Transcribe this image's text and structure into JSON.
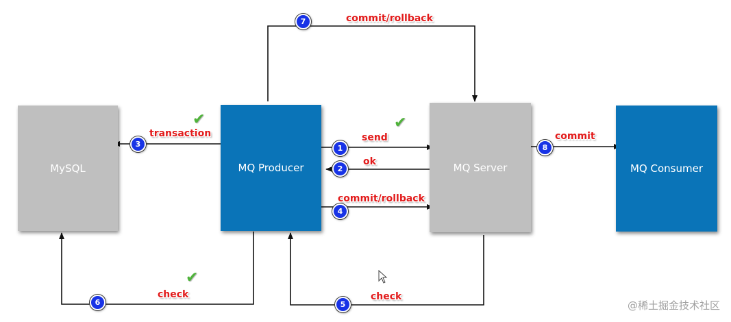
{
  "nodes": {
    "mysql": "MySQL",
    "producer": "MQ Producer",
    "server": "MQ Server",
    "consumer": "MQ Consumer"
  },
  "edges": {
    "e1": {
      "step": "1",
      "label": "send"
    },
    "e2": {
      "step": "2",
      "label": "ok"
    },
    "e3": {
      "step": "3",
      "label": "transaction"
    },
    "e4": {
      "step": "4",
      "label": "commit/rollback"
    },
    "e5": {
      "step": "5",
      "label": "check"
    },
    "e6": {
      "step": "6",
      "label": "check"
    },
    "e7": {
      "step": "7",
      "label": "commit/rollback"
    },
    "e8": {
      "step": "8",
      "label": "commit"
    }
  },
  "watermark": "@稀土掘金技术社区",
  "colors": {
    "box_gray": "#bfbfbf",
    "box_blue": "#0a74b8",
    "label_red": "#e21b1b",
    "step_blue": "#1833e6",
    "check_green": "#4fb33a"
  },
  "icons": {
    "check": "check-mark-icon",
    "cursor": "mouse-cursor-icon"
  }
}
